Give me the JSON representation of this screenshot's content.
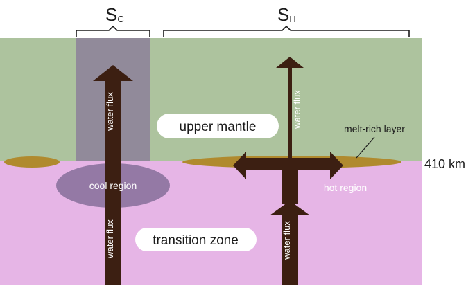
{
  "brackets": {
    "cool": {
      "main": "S",
      "sub": "C"
    },
    "hot": {
      "main": "S",
      "sub": "H"
    }
  },
  "labels": {
    "upper_mantle": "upper mantle",
    "transition_zone": "transition zone",
    "cool_region": "cool region",
    "hot_region": "hot region",
    "melt_rich_layer": "melt-rich layer",
    "depth_410": "410 km",
    "water_flux_cool_upper": "water flux",
    "water_flux_cool_lower": "water flux",
    "water_flux_hot_upper": "water flux",
    "water_flux_hot_lower": "water flux"
  },
  "colors": {
    "upper_mantle": "#adc39e",
    "transition_zone": "#e6b5e6",
    "cool_column": "#8e8499",
    "cool_region": "#8b729d",
    "melt": "#b08a2e",
    "arrow": "#3c1f12",
    "bracket": "#1a1a1a"
  }
}
